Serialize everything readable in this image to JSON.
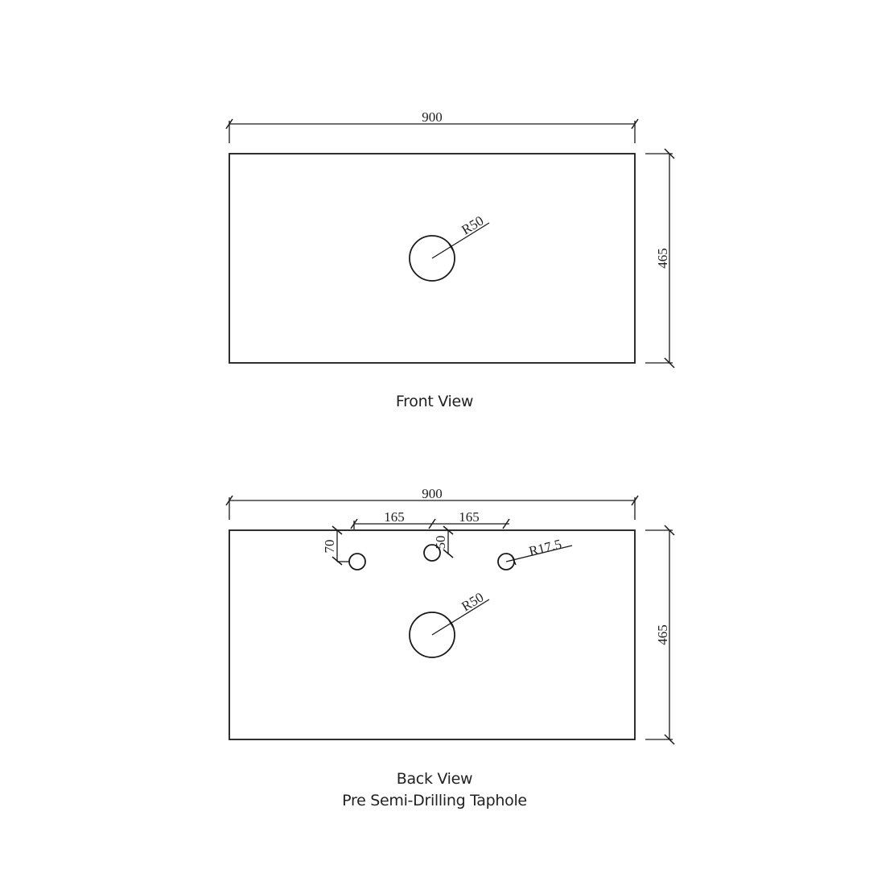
{
  "front_view": {
    "caption": "Front View",
    "width_dim": "900",
    "height_dim": "465",
    "waste_hole_radius": "R50"
  },
  "back_view": {
    "caption_line1": "Back View",
    "caption_line2": "Pre Semi-Drilling Taphole",
    "width_dim": "900",
    "height_dim": "465",
    "taphole_spacing_left": "165",
    "taphole_spacing_right": "165",
    "side_taphole_offset": "70",
    "center_taphole_offset": "50",
    "taphole_radius": "R17.5",
    "waste_hole_radius": "R50"
  },
  "colors": {
    "line": "#1a1a1a",
    "background": "#ffffff"
  }
}
